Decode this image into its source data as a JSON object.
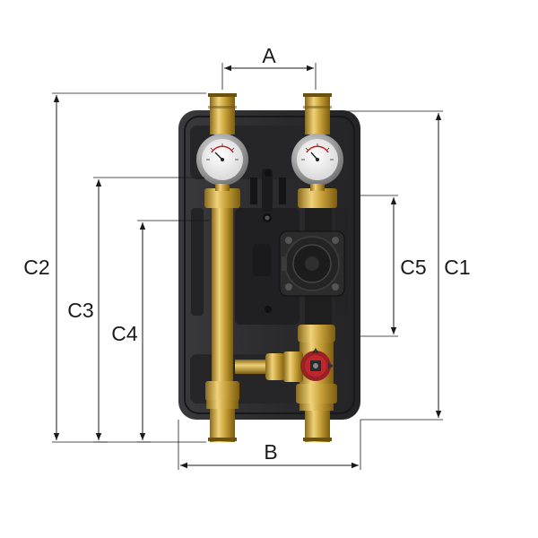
{
  "dimensions": {
    "A": "A",
    "B": "B",
    "C1": "C1",
    "C2": "C2",
    "C3": "C3",
    "C4": "C4",
    "C5": "C5"
  },
  "colors": {
    "housing": "#2b2b2d",
    "housing_inner": "#1f1f21",
    "brass": "#c9a23a",
    "brass_dark": "#8a6a18",
    "brass_light": "#f0d27a",
    "pump": "#2a2a2a",
    "valve_red": "#c0272d",
    "line": "#1a1a1a"
  },
  "icons": {
    "left_gauge": "thermometer-gauge-icon",
    "right_gauge": "thermometer-gauge-icon",
    "pump": "circulation-pump-icon",
    "valve": "mixing-valve-icon"
  }
}
